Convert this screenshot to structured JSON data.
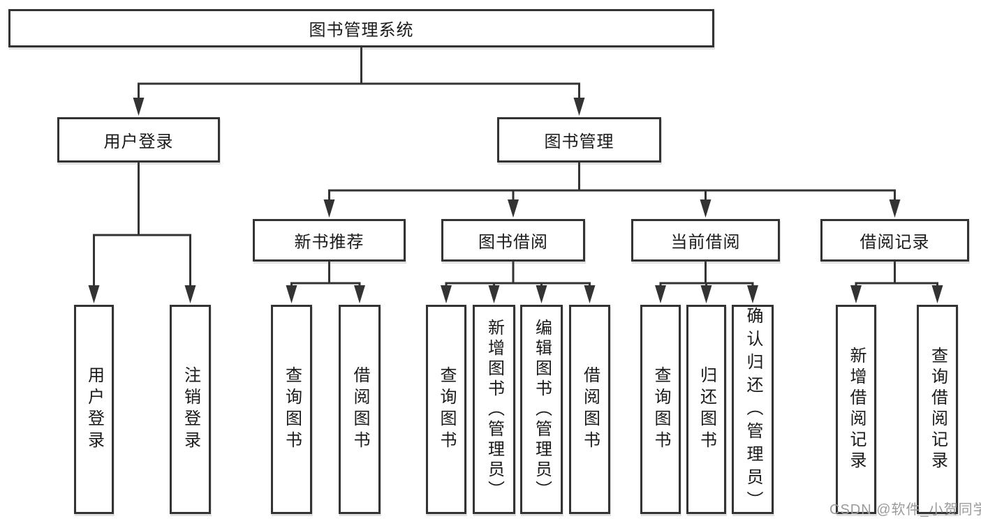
{
  "nodes": {
    "root": "图书管理系统",
    "l2": [
      "用户登录",
      "图书管理"
    ],
    "l3": [
      "新书推荐",
      "图书借阅",
      "当前借阅",
      "借阅记录"
    ],
    "leaves": {
      "user": [
        "用户登录",
        "注销登录"
      ],
      "recommend": [
        "查询图书",
        "借阅图书"
      ],
      "borrow": [
        "查询图书",
        "新增图书（管理员）",
        "编辑图书（管理员）",
        "借阅图书"
      ],
      "current": [
        "查询图书",
        "归还图书",
        "确认归还（管理员）"
      ],
      "record": [
        "新增借阅记录",
        "查询借阅记录"
      ]
    }
  },
  "watermark": "CSDN @软件_小贺同学",
  "colors": {
    "line": "#333333",
    "box_border": "#333333",
    "text": "#1a1a1a",
    "background": "#ffffff",
    "watermark": "#9b9b9b"
  }
}
